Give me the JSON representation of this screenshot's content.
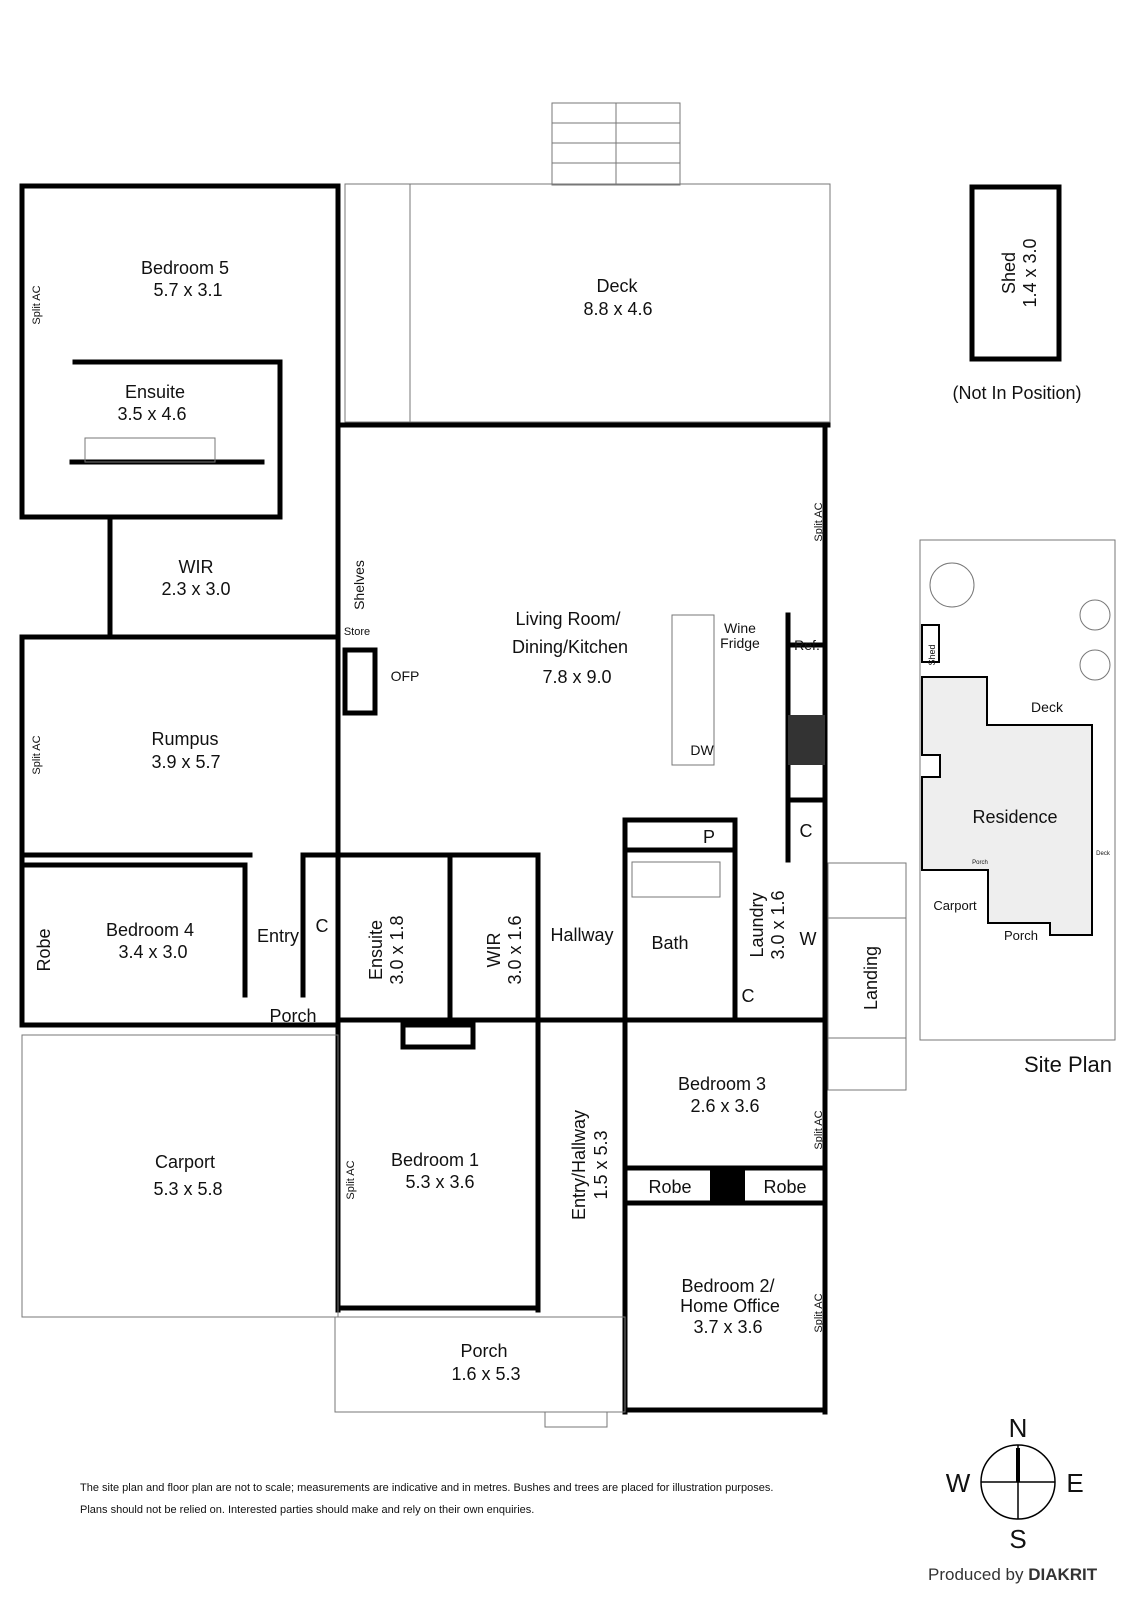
{
  "rooms": {
    "bedroom5": {
      "name": "Bedroom 5",
      "size": "5.7 x 3.1"
    },
    "ensuite_top": {
      "name": "Ensuite",
      "size": "3.5 x 4.6"
    },
    "wir_top": {
      "name": "WIR",
      "size": "2.3 x 3.0"
    },
    "rumpus": {
      "name": "Rumpus",
      "size": "3.9 x 5.7"
    },
    "bedroom4": {
      "name": "Bedroom 4",
      "size": "3.4 x 3.0"
    },
    "robe_b4": "Robe",
    "entry": "Entry",
    "c_entry": "C",
    "porch_small": "Porch",
    "carport": {
      "name": "Carport",
      "size": "5.3 x 5.8"
    },
    "deck": {
      "name": "Deck",
      "size": "8.8 x 4.6"
    },
    "living": {
      "line1": "Living Room/",
      "line2": "Dining/Kitchen",
      "size": "7.8 x 9.0"
    },
    "shelves": "Shelves",
    "store": "Store",
    "ofp": "OFP",
    "wine_fridge": {
      "line1": "Wine",
      "line2": "Fridge"
    },
    "ref": "Ref.",
    "dw": "DW",
    "c_kitchen": "C",
    "p": "P",
    "ensuite_mid": {
      "name": "Ensuite",
      "size": "3.0 x 1.8"
    },
    "wir_mid": {
      "name": "WIR",
      "size": "3.0 x 1.6"
    },
    "hallway": "Hallway",
    "bath": "Bath",
    "laundry": {
      "name": "Laundry",
      "size": "3.0 x 1.6"
    },
    "w": "W",
    "c_laundry": "C",
    "landing": "Landing",
    "bedroom1": {
      "name": "Bedroom 1",
      "size": "5.3 x 3.6"
    },
    "entry_hallway": {
      "name": "Entry/Hallway",
      "size": "1.5 x 5.3"
    },
    "bedroom3": {
      "name": "Bedroom 3",
      "size": "2.6 x 3.6"
    },
    "robe1": "Robe",
    "robe2": "Robe",
    "bedroom2": {
      "line1": "Bedroom 2/",
      "line2": "Home Office",
      "size": "3.7 x 3.6"
    },
    "porch": {
      "name": "Porch",
      "size": "1.6 x 5.3"
    },
    "shed": {
      "name": "Shed",
      "size": "1.4 x 3.0",
      "note": "(Not In Position)"
    },
    "split_ac": "Split AC"
  },
  "site_plan": {
    "title": "Site Plan",
    "shed": "Shed",
    "deck": "Deck",
    "residence": "Residence",
    "carport": "Carport",
    "porch": "Porch",
    "porch_small": "Porch",
    "deck_small": "Deck"
  },
  "compass": {
    "n": "N",
    "e": "E",
    "s": "S",
    "w": "W"
  },
  "disclaimer": {
    "line1": "The site plan and floor plan are not to scale; measurements are indicative and in metres. Bushes and trees are placed for illustration purposes.",
    "line2": "Plans should not be relied on. Interested parties should make and rely on their own enquiries."
  },
  "producer": {
    "prefix": "Produced by",
    "brand": "DIAKRIT"
  }
}
